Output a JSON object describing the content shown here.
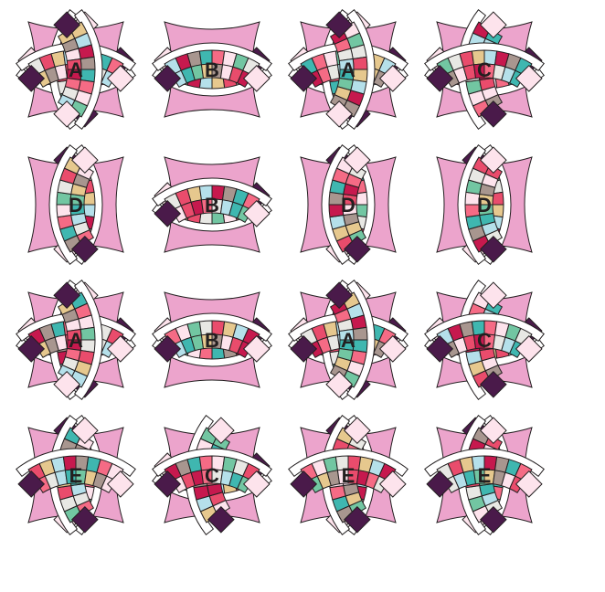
{
  "quilt": {
    "rows": [
      [
        "A",
        "B",
        "A",
        "C"
      ],
      [
        "D",
        "B",
        "D",
        "D"
      ],
      [
        "A",
        "B",
        "A",
        "C"
      ],
      [
        "E",
        "C",
        "E",
        "E"
      ]
    ],
    "arcs": {
      "A": [
        "top",
        "right",
        "bottom",
        "left"
      ],
      "B": [
        "top",
        "bottom"
      ],
      "C": [
        "top",
        "right",
        "bottom"
      ],
      "D": [
        "left",
        "right"
      ],
      "E": [
        "left",
        "right",
        "bottom"
      ]
    },
    "colors": {
      "background": "#ffffff",
      "center_fill": "#eca4cc",
      "outline": "#231f20",
      "corner_square": "#4a1a4a",
      "fabric_palette": [
        "#fde3ec",
        "#72c6a2",
        "#e8e8e4",
        "#e94c6c",
        "#e6c88e",
        "#b5e0ea",
        "#c6194e",
        "#a8968f",
        "#3fb7b0",
        "#f56b85"
      ]
    }
  }
}
